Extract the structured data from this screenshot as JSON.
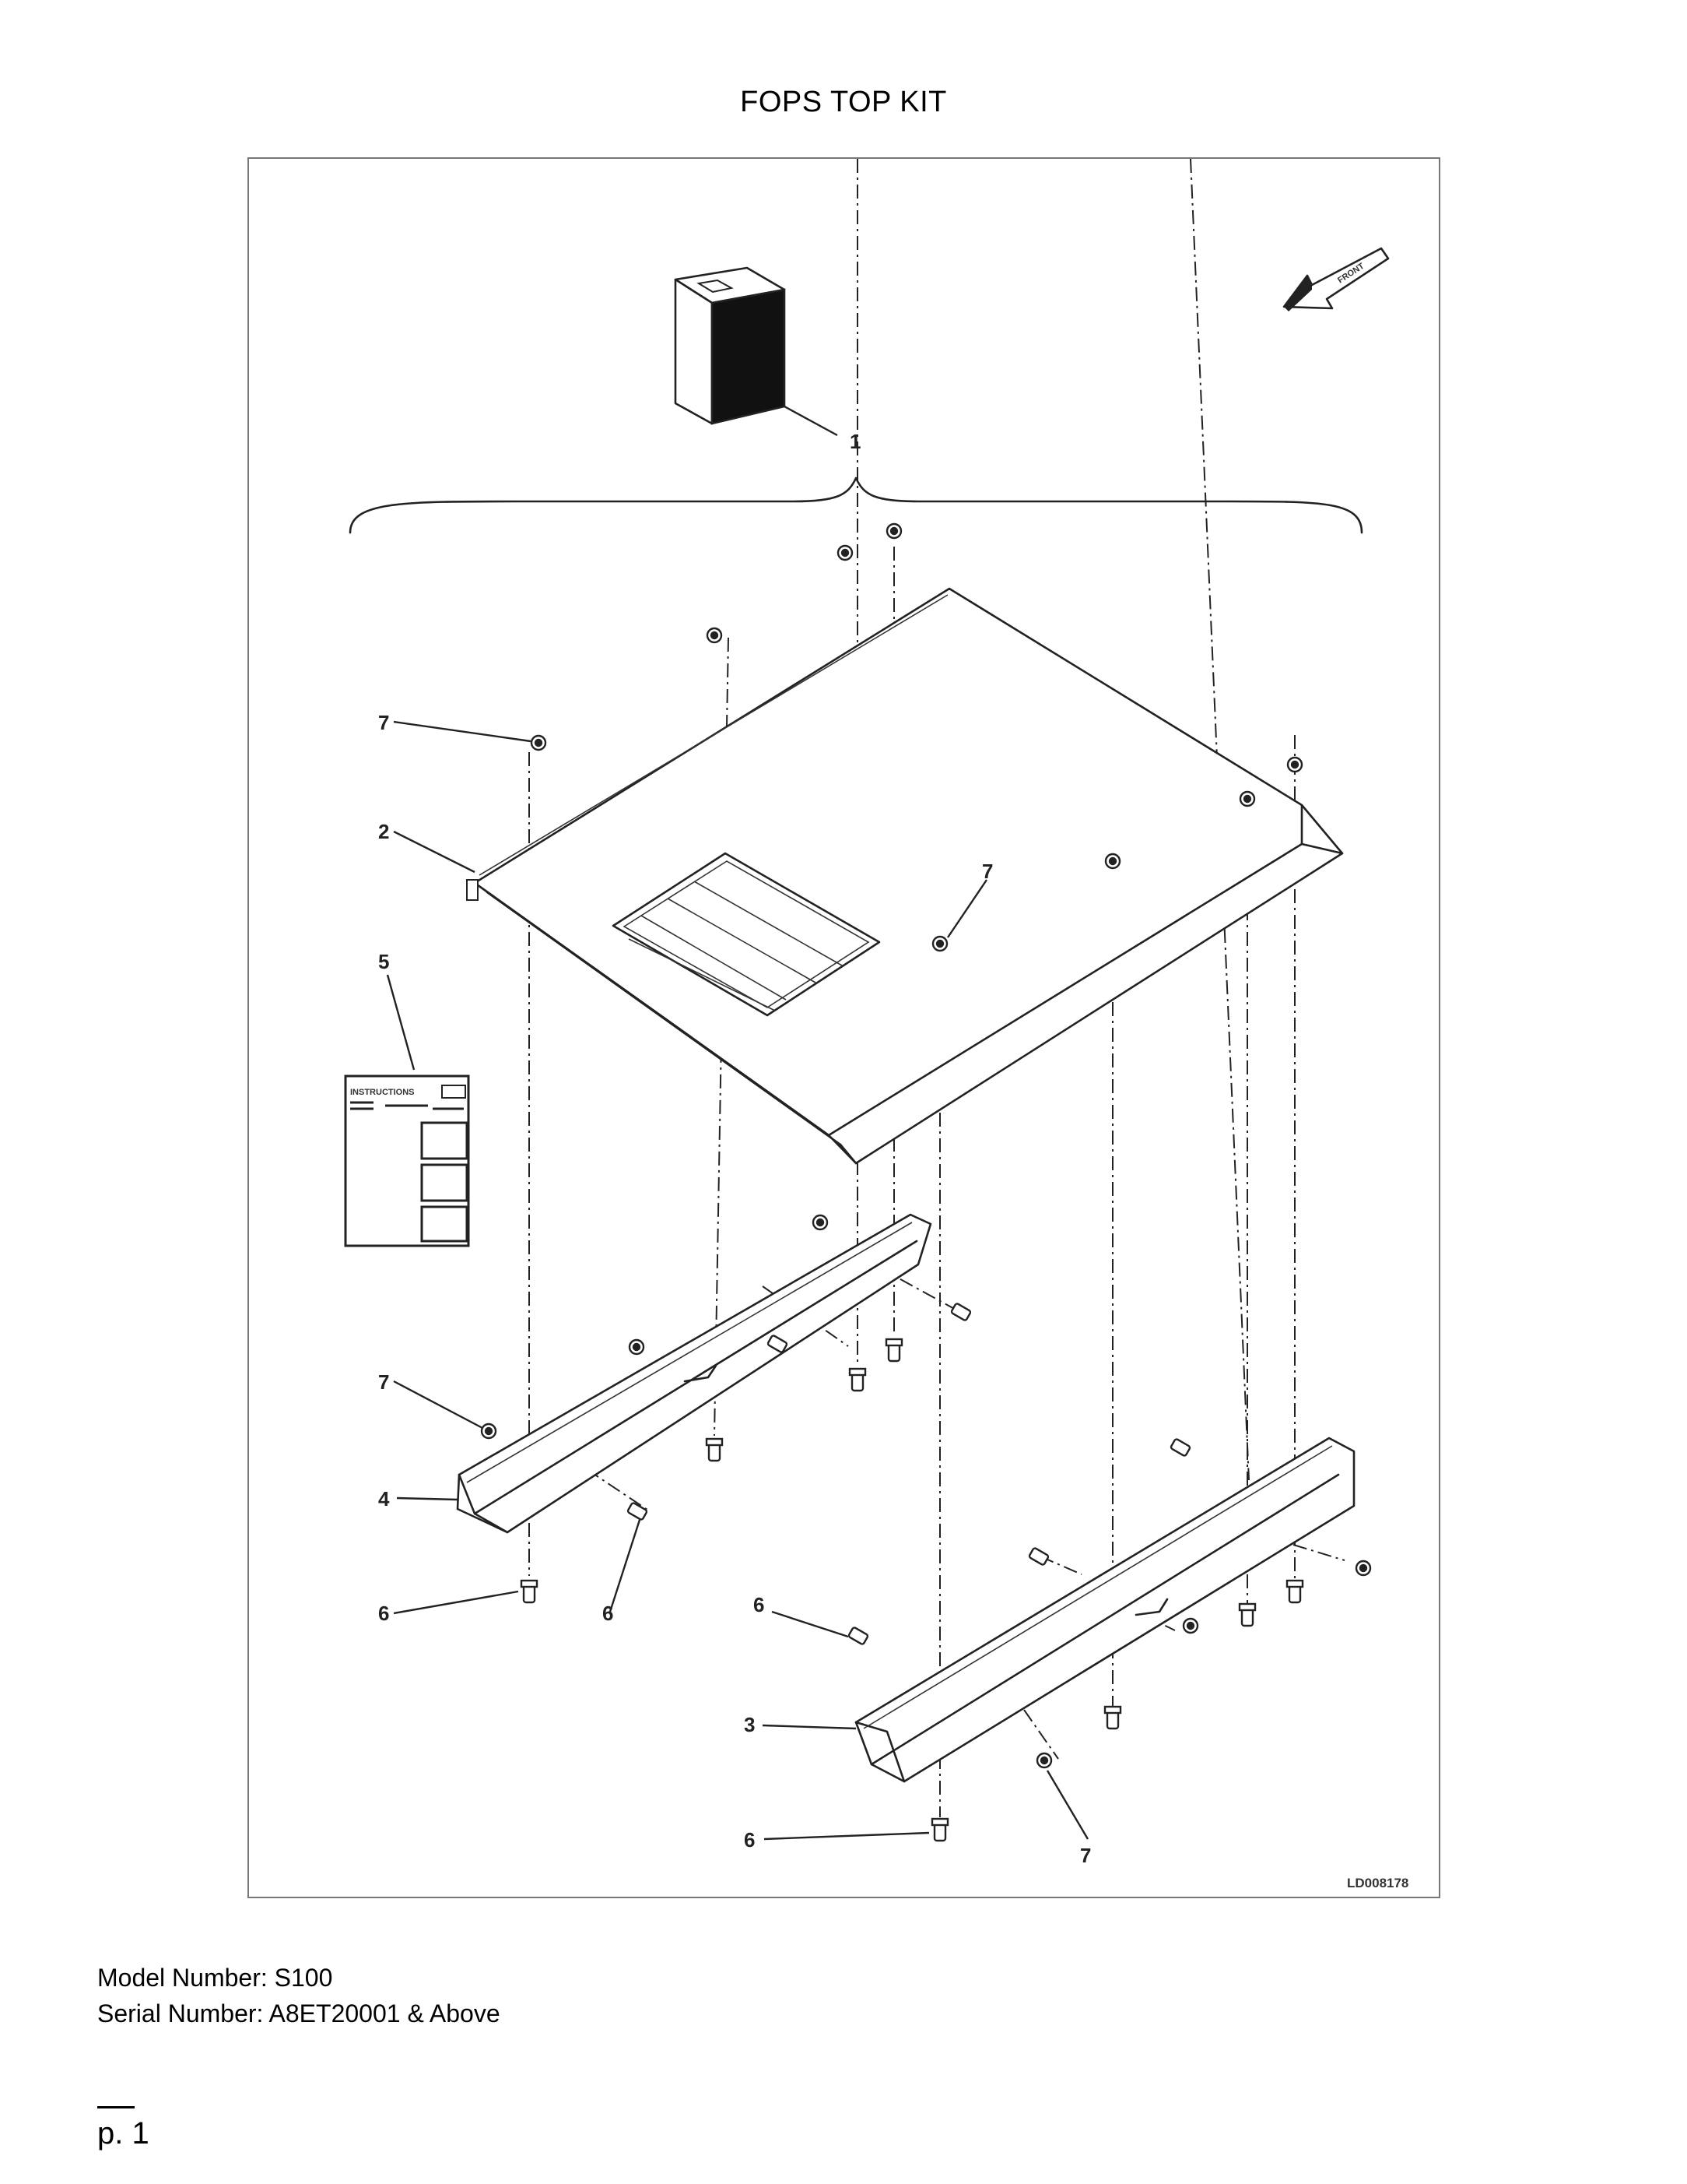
{
  "page": {
    "title": "FOPS TOP KIT",
    "model_number_line": "Model Number: S100",
    "serial_number_line": "Serial Number: A8ET20001 & Above",
    "page_number": "p. 1"
  },
  "figure": {
    "drawing_id": "LD008178",
    "front_arrow_label": "FRONT",
    "instructions_label": "INSTRUCTIONS",
    "callouts": {
      "kit": "1",
      "top_panel": "2",
      "right_rail": "3",
      "left_rail": "4",
      "instructions_card": "5",
      "bolt": "6",
      "nut": "7"
    }
  }
}
